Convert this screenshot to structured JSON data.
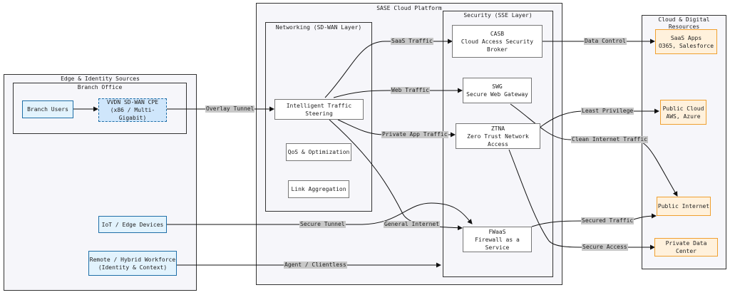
{
  "clusters": {
    "edge_identity": "Edge & Identity Sources",
    "branch_office": "Branch Office",
    "sase_platform": "SASE Cloud Platform",
    "networking": "Networking (SD-WAN Layer)",
    "security": "Security (SSE Layer)",
    "cloud_resources": "Cloud & Digital Resources"
  },
  "nodes": {
    "branch_users": [
      "Branch Users"
    ],
    "cpe": [
      "VVDN SD-WAN CPE",
      "(x86 / Multi-Gigabit)"
    ],
    "iot": [
      "IoT / Edge Devices"
    ],
    "remote": [
      "Remote / Hybrid Workforce",
      "(Identity & Context)"
    ],
    "traffic_steering": [
      "Intelligent Traffic Steering"
    ],
    "qos": [
      "QoS & Optimization"
    ],
    "link_agg": [
      "Link Aggregation"
    ],
    "casb": [
      "CASB",
      "Cloud Access Security",
      "Broker"
    ],
    "swg": [
      "SWG",
      "Secure Web Gateway"
    ],
    "ztna": [
      "ZTNA",
      "Zero Trust Network Access"
    ],
    "fwaas": [
      "FWaaS",
      "Firewall as a Service"
    ],
    "saas": [
      "SaaS Apps",
      "O365, Salesforce"
    ],
    "public_cloud": [
      "Public Cloud",
      "AWS, Azure"
    ],
    "public_internet": [
      "Public Internet"
    ],
    "private_dc": [
      "Private Data Center"
    ]
  },
  "edges": {
    "overlay_tunnel": "Overlay Tunnel",
    "saas_traffic": "SaaS Traffic",
    "web_traffic": "Web Traffic",
    "private_app_traffic": "Private App Traffic",
    "data_control": "Data Control",
    "least_privilege": "Least Privilege",
    "clean_internet": "Clean Internet Traffic",
    "secure_tunnel": "Secure Tunnel",
    "general_internet": "General Internet",
    "secured_traffic": "Secured Traffic",
    "secure_access": "Secure Access",
    "agent_clientless": "Agent / Clientless"
  },
  "colors": {
    "blue_border": "#1f6fa8",
    "blue_fill": "#e2f3fd",
    "orange_border": "#f0a030",
    "orange_fill": "#fff1dc",
    "label_bg": "#c8c8c8"
  }
}
